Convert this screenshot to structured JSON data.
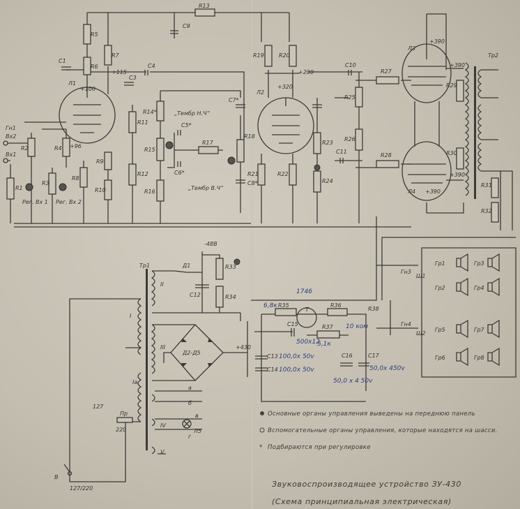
{
  "labels": {
    "R1": "R1",
    "R2": "R2",
    "R3": "R3",
    "R4": "R4",
    "R5": "R5",
    "R6": "R6",
    "R7": "R7",
    "R8": "R8",
    "R9": "R9",
    "R10": "R10",
    "R11": "R11",
    "R12": "R12",
    "R13": "R13",
    "R14": "R14*",
    "R15": "R15",
    "R16": "R16",
    "R17": "R17",
    "R18": "R18",
    "R19": "R19",
    "R20": "R20",
    "R21": "R21",
    "R22": "R22",
    "R23": "R23",
    "R24": "R24",
    "R25": "R25",
    "R26": "R26",
    "R27": "R27",
    "R28": "R28",
    "R29": "R29",
    "R30": "R30",
    "R31": "R31",
    "R32": "R32",
    "R33": "R33",
    "R34": "R34",
    "R35": "R35",
    "R36": "R36",
    "R37": "R37",
    "R38": "R38",
    "C1": "C1",
    "C3": "C3",
    "C4": "C4",
    "C5": "C5*",
    "C6": "C6*",
    "C7": "C7*",
    "C8": "C8*",
    "C9": "C9",
    "C10": "C10",
    "C11": "C11",
    "C12": "C12",
    "C13": "C13",
    "C14": "C14",
    "C15": "C15",
    "C16": "C16",
    "C17": "C17",
    "L1": "Л1",
    "L2": "Л2",
    "L3": "Л3",
    "L4": "Л4",
    "L5": "Л5",
    "T": "T",
    "Tp1": "Тр1",
    "Tp2": "Тр2",
    "D1": "Д1",
    "D2D5": "Д2-Д5",
    "v100": "+100",
    "v115": "+115",
    "v96": "+96",
    "v320": "+320",
    "v230": "+230",
    "v390a": "+390",
    "v390b": "+390",
    "v390c": "+390",
    "v390d": "+390",
    "v430": "+430",
    "vm48": "-48В",
    "in1": "Вх1",
    "in2": "Вх2",
    "gn": "Гн1",
    "reg1": "Рег. Вх 1",
    "reg2": "Рег. Вх 2",
    "tone_lf": "„Тембр Н.Ч“",
    "tone_hf": "„Тембр В.Ч“",
    "Gn3": "Гн3",
    "Gn4": "Гн4",
    "Sh1": "Ш1",
    "Sh2": "Ш2",
    "Gr1": "Гр1",
    "Gr2": "Гр2",
    "Gr3": "Гр3",
    "Gr4": "Гр4",
    "Gr5": "Гр5",
    "Gr6": "Гр6",
    "Gr7": "Гр7",
    "Gr8": "Гр8",
    "w1": "I",
    "w1a": "Iа",
    "w2": "II",
    "w3": "III",
    "w4": "IV",
    "w5": "V",
    "tap127": "127",
    "tap220": "220",
    "fuse": "Пр",
    "switch": "В",
    "mains": "127/220",
    "out_a": "а",
    "out_b": "б",
    "out_v": "в",
    "out_g": "г"
  },
  "handwritten": {
    "code": "1746",
    "r35_val": "6,8к",
    "r36_val": "10 ком",
    "r37_val": "5,1к",
    "c15_val": "500x12",
    "c13_val": "100,0x 50v",
    "c14_val": "100,0x 50v",
    "c16_val": "50,0 x 4 50v",
    "c17_val": "50,0x 450v"
  },
  "notes": {
    "main_controls": "Основные органы управления выведены на переднюю панель",
    "aux_controls": "Вспомогательные органы управления, которые находятся на шасси.",
    "selected": "Подбираются при регулировке"
  },
  "title": {
    "line1": "Звуковоспроизводящее устройство ЗУ-430",
    "line2": "(Схема принципиальная электрическая)"
  }
}
